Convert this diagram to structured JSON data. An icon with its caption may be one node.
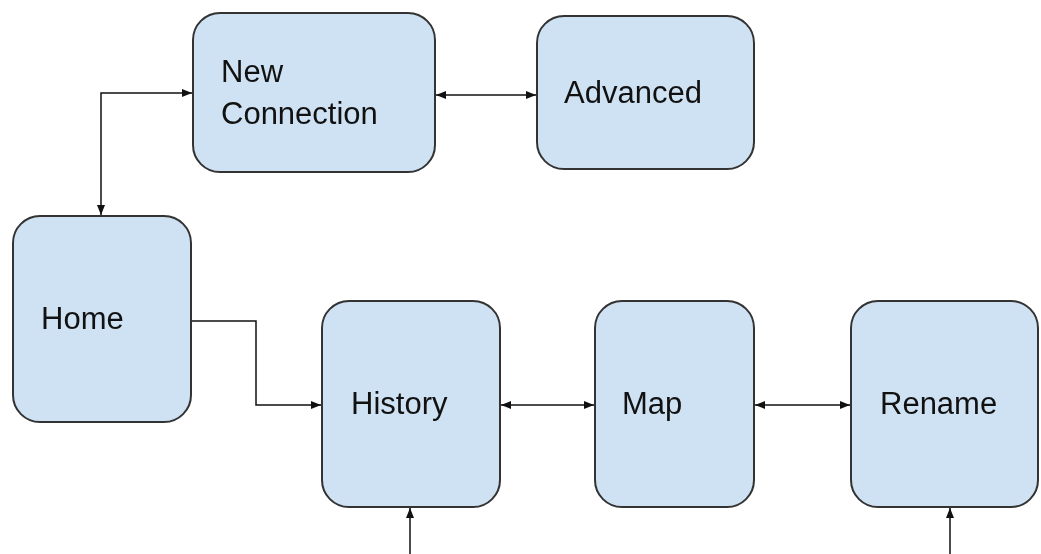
{
  "diagram": {
    "nodes": [
      {
        "text": [
          "New Connection"
        ]
      },
      {
        "text": [
          "Advanced"
        ]
      },
      {
        "text": [
          "Home"
        ]
      },
      {
        "text": [
          "History"
        ]
      },
      {
        "text": [
          "Map"
        ]
      },
      {
        "text": [
          "Rename"
        ]
      }
    ],
    "edges": [
      {
        "from": 2,
        "to": 0,
        "arrow": "both"
      },
      {
        "from": 0,
        "to": 1,
        "arrow": "both"
      },
      {
        "from": 2,
        "to": 3,
        "arrow": "to"
      },
      {
        "from": 3,
        "to": 4,
        "arrow": "both"
      },
      {
        "from": 4,
        "to": 5,
        "arrow": "both"
      },
      {
        "from": null,
        "to": 3,
        "arrow": "to"
      },
      {
        "from": null,
        "to": 5,
        "arrow": "to"
      }
    ]
  }
}
